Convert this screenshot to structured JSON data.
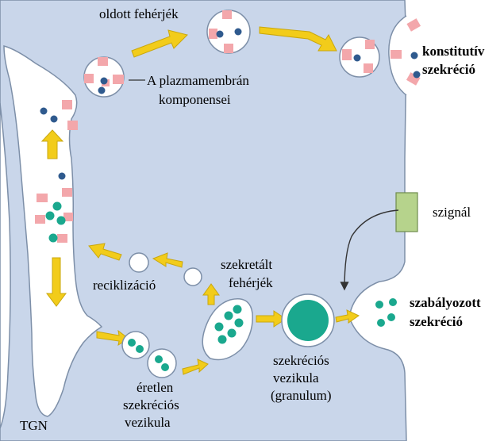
{
  "labels": {
    "dissolved_proteins": "oldott fehérjék",
    "membrane_components_1": "A plazmamembrán",
    "membrane_components_2": "komponensei",
    "constitutive_1": "konstitutív",
    "constitutive_2": "szekréció",
    "signal": "szignál",
    "regulated_1": "szabályozott",
    "regulated_2": "szekréció",
    "secreted_1": "szekretált",
    "secreted_2": "fehérjék",
    "recycling": "reciklizáció",
    "granule_1": "szekréciós",
    "granule_2": "vezikula",
    "granule_3": "(granulum)",
    "immature_1": "éretlen",
    "immature_2": "szekréciós",
    "immature_3": "vezikula",
    "tgn": "TGN"
  },
  "colors": {
    "cytoplasm": "#c9d6ea",
    "outside": "#ffffff",
    "membrane_protein": "#f3a7ab",
    "dissolved_protein": "#2f5a8e",
    "secretory_protein": "#1aa88e",
    "arrow": "#f2cc1a",
    "arrow_outline": "#c9a70e",
    "signal_box": "#b6d38c"
  }
}
